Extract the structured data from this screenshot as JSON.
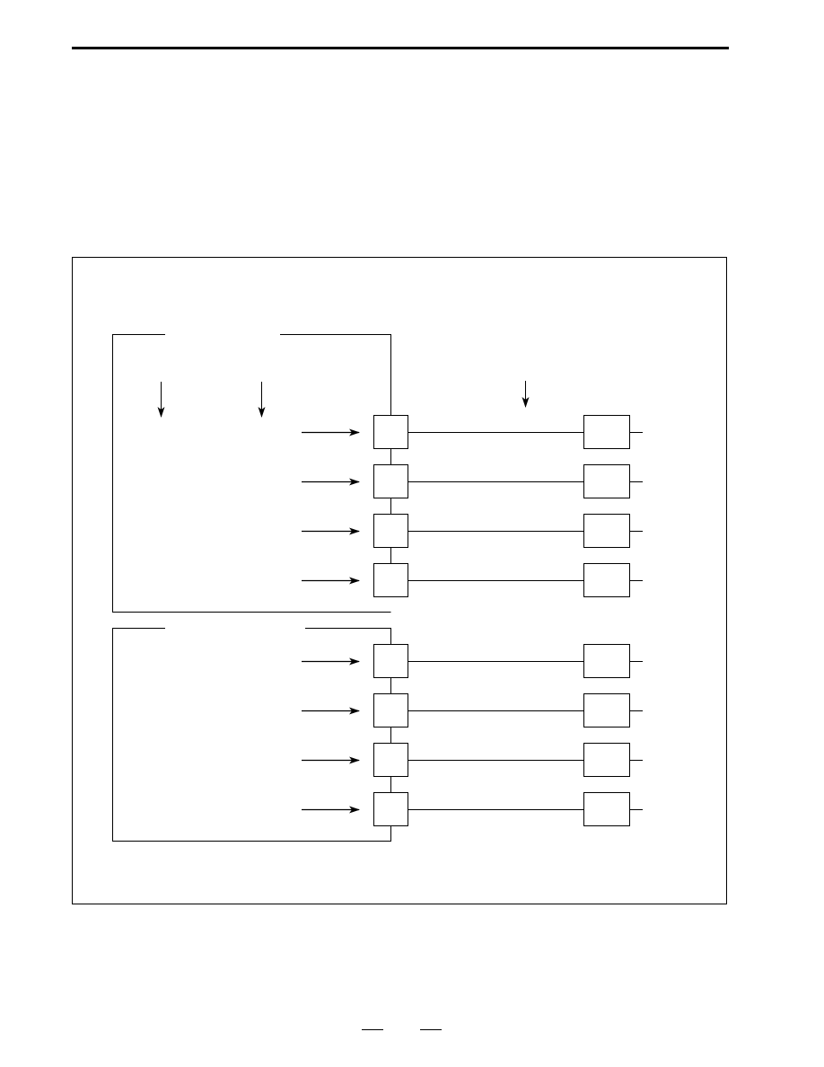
{
  "diagram": {
    "type": "block-diagram",
    "groups": [
      {
        "id": "group-upper",
        "channels": 4
      },
      {
        "id": "group-lower",
        "channels": 4
      }
    ],
    "text_labels": []
  },
  "colors": {
    "stroke": "#000000",
    "background": "#ffffff"
  }
}
